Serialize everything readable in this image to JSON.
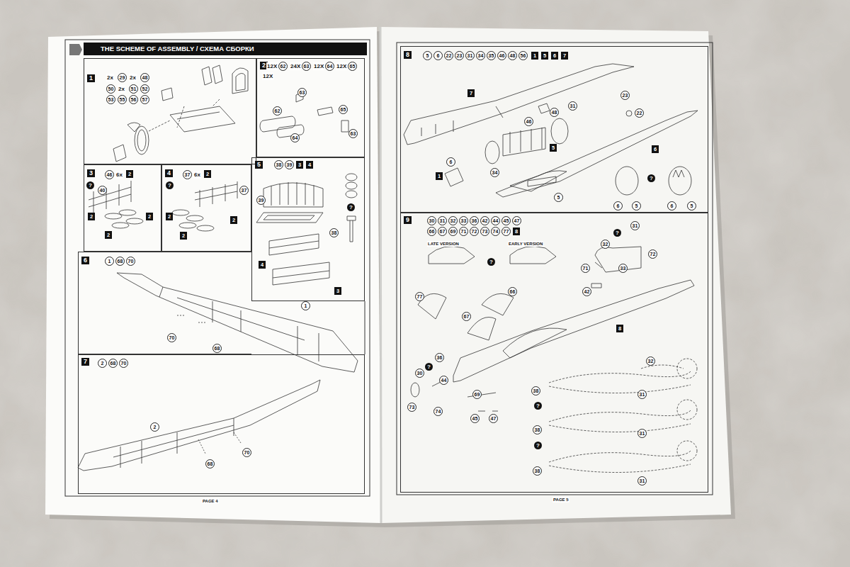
{
  "diagram": {
    "title": "THE SCHEME OF ASSEMBLY / СХЕМА СБОРКИ",
    "nodes": [
      {
        "text": [
          "1"
        ]
      },
      {
        "text": [
          "2"
        ]
      },
      {
        "text": [
          "3"
        ]
      },
      {
        "text": [
          "4"
        ]
      },
      {
        "text": [
          "5"
        ]
      },
      {
        "text": [
          "6"
        ]
      },
      {
        "text": [
          "7"
        ]
      },
      {
        "text": [
          "8"
        ]
      },
      {
        "text": [
          "9"
        ]
      }
    ],
    "labels": [
      "2x",
      "29",
      "2x",
      "48",
      "50",
      "2x",
      "51",
      "52",
      "53",
      "55",
      "56",
      "57",
      "12X",
      "62",
      "24X",
      "63",
      "12X",
      "64",
      "12X",
      "65",
      "12X",
      "63",
      "62",
      "65",
      "64",
      "63",
      "46",
      "6x",
      "2",
      "40",
      "2",
      "2",
      "2",
      "37",
      "6x",
      "2",
      "37",
      "2",
      "2",
      "2",
      "38",
      "39",
      "3",
      "4",
      "39",
      "38",
      "4",
      "3",
      "1",
      "68",
      "70",
      "1",
      "70",
      "68",
      "2",
      "68",
      "70",
      "2",
      "68",
      "70",
      "5",
      "6",
      "22",
      "23",
      "31",
      "34",
      "35",
      "46",
      "48",
      "56",
      "1",
      "5",
      "6",
      "7",
      "7",
      "6",
      "1",
      "34",
      "5",
      "46",
      "48",
      "31",
      "23",
      "22",
      "6",
      "5",
      "6",
      "5",
      "6",
      "5",
      "30",
      "31",
      "32",
      "33",
      "36",
      "42",
      "44",
      "45",
      "47",
      "66",
      "67",
      "69",
      "71",
      "72",
      "73",
      "74",
      "77",
      "8",
      "LATE VERSION",
      "EARLY VERSION",
      "31",
      "32",
      "72",
      "71",
      "33",
      "42",
      "66",
      "77",
      "67",
      "8",
      "36",
      "30",
      "44",
      "73",
      "74",
      "69",
      "45",
      "47",
      "32",
      "38",
      "31",
      "38",
      "31",
      "38",
      "31",
      "PAGE 4",
      "PAGE 5",
      "?",
      "?",
      "?",
      "?",
      "?",
      "?",
      "?",
      "?",
      "?"
    ]
  }
}
